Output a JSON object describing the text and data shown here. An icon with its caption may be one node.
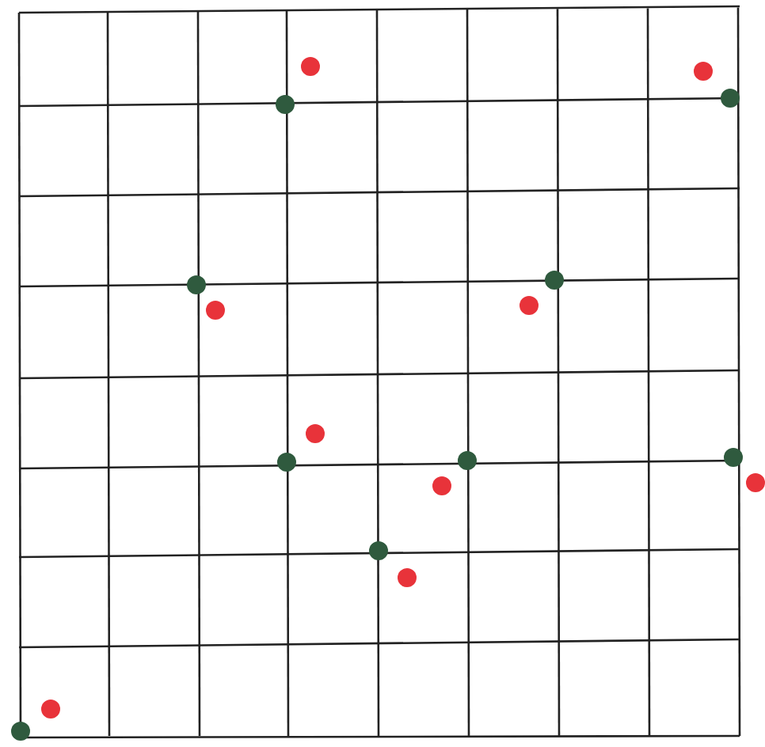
{
  "diagram": {
    "nodes": [
      {
        "text": [],
        "shape": "circle"
      },
      {
        "text": [],
        "shape": "circle"
      },
      {
        "text": [],
        "shape": "circle"
      },
      {
        "text": [],
        "shape": "circle"
      },
      {
        "text": [],
        "shape": "circle"
      },
      {
        "text": [],
        "shape": "circle"
      },
      {
        "text": [],
        "shape": "circle"
      },
      {
        "text": [],
        "shape": "circle"
      },
      {
        "text": [],
        "shape": "circle"
      },
      {
        "text": [],
        "shape": "circle"
      },
      {
        "text": [],
        "shape": "circle"
      },
      {
        "text": [],
        "shape": "circle"
      },
      {
        "text": [],
        "shape": "circle"
      },
      {
        "text": [],
        "shape": "circle"
      },
      {
        "text": [],
        "shape": "circle"
      },
      {
        "text": [],
        "shape": "circle"
      },
      {
        "text": [],
        "shape": "circle"
      },
      {
        "text": [],
        "shape": "circle"
      }
    ]
  }
}
